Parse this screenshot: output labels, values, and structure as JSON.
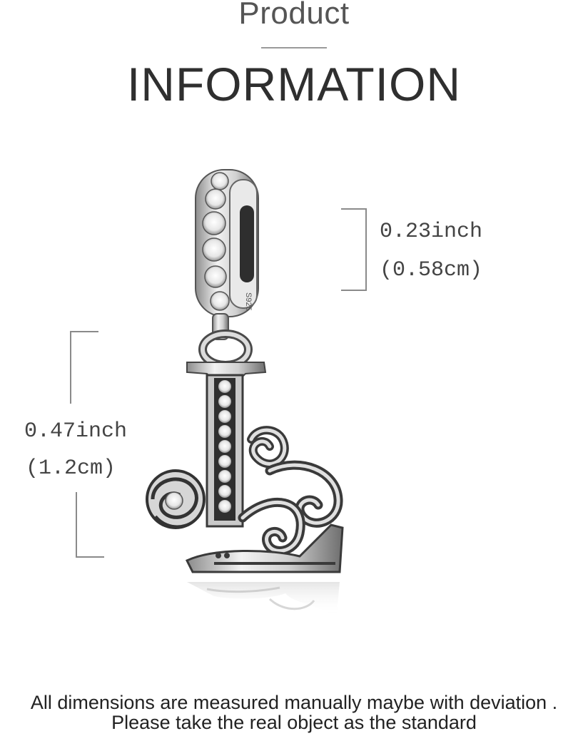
{
  "header": {
    "subtitle": "Product",
    "title": "INFORMATION"
  },
  "product": {
    "bail_stamp": "S925",
    "icon": "letter-L-charm-image"
  },
  "dimensions": {
    "bail": {
      "inch": "0.23inch",
      "cm": "(0.58cm)"
    },
    "pendant": {
      "inch": "0.47inch",
      "cm": "(1.2cm)"
    }
  },
  "footer": {
    "line1": "All dimensions are measured manually maybe with deviation .",
    "line2": "Please take the real object as the standard"
  },
  "colors": {
    "background": "#ffffff",
    "silver": "#d9d9d9",
    "oxidized": "#3a3a3a",
    "text": "#333333"
  }
}
